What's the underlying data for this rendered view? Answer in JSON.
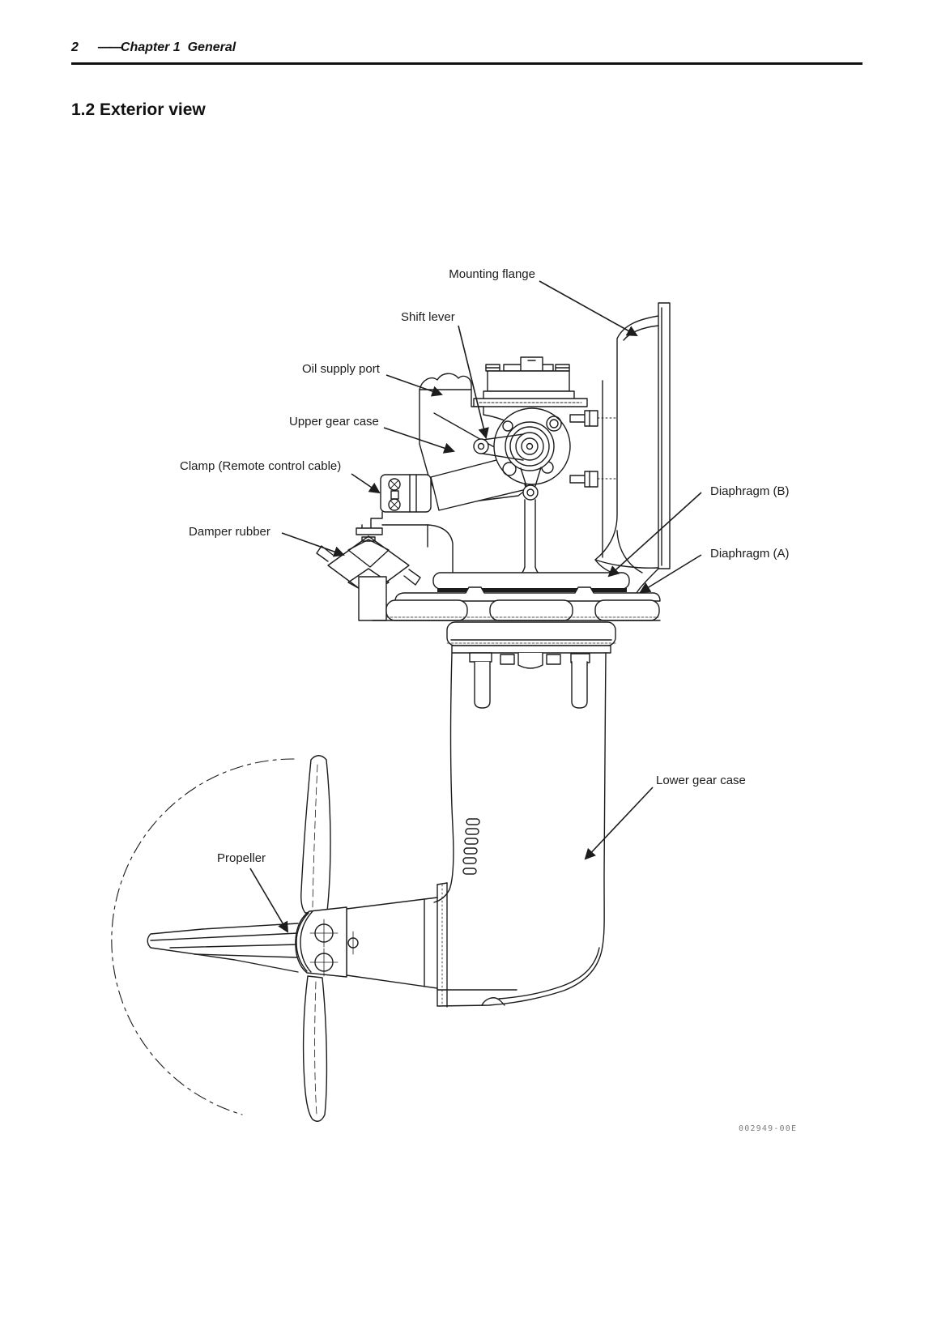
{
  "header": {
    "page_number": "2",
    "dash": "——",
    "chapter_title": "Chapter 1  General"
  },
  "section": {
    "title": "1.2 Exterior view"
  },
  "figure": {
    "figure_code": "002949-00E",
    "ink_color": "#1c1c1c",
    "code_color": "#7d7d7d",
    "labels": [
      {
        "id": "mounting-flange",
        "text": "Mounting flange"
      },
      {
        "id": "shift-lever",
        "text": "Shift lever"
      },
      {
        "id": "oil-supply-port",
        "text": "Oil supply port"
      },
      {
        "id": "upper-gear-case",
        "text": "Upper gear case"
      },
      {
        "id": "clamp-remote-control-cable",
        "text": "Clamp (Remote control cable)"
      },
      {
        "id": "damper-rubber",
        "text": "Damper rubber"
      },
      {
        "id": "diaphragm-b",
        "text": "Diaphragm (B)"
      },
      {
        "id": "diaphragm-a",
        "text": "Diaphragm (A)"
      },
      {
        "id": "lower-gear-case",
        "text": "Lower gear case"
      },
      {
        "id": "propeller",
        "text": "Propeller"
      }
    ]
  }
}
